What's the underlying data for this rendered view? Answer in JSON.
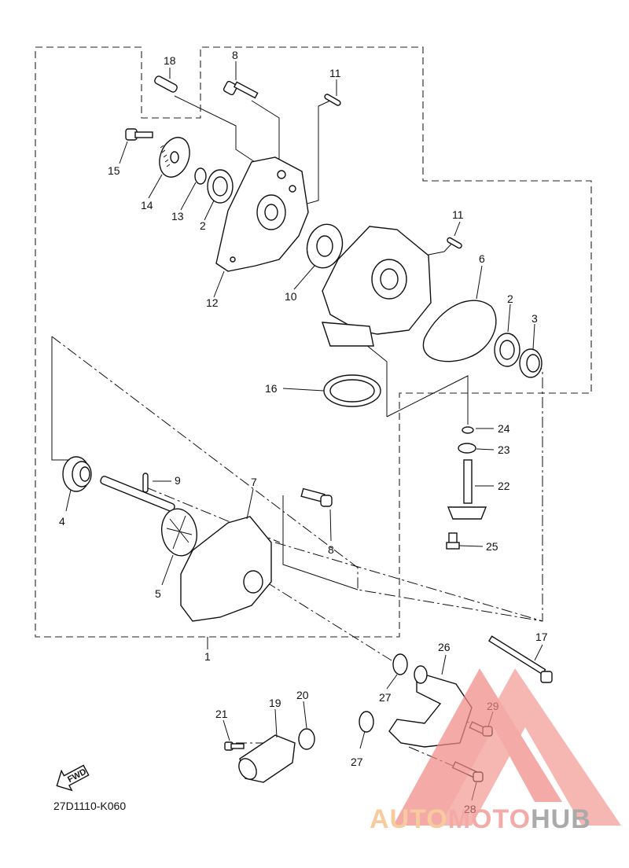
{
  "diagram": {
    "diagram_code": "27D1110-K060",
    "fwd_label": "FWD",
    "watermark": {
      "part1": "AUTO",
      "part2": "MOTO",
      "part3": "HUB",
      "color1": "#f5b87a",
      "color2": "#f08a84",
      "color3": "#8a8a8a"
    },
    "callouts": {
      "c1": "1",
      "c2a": "2",
      "c2b": "2",
      "c3": "3",
      "c4": "4",
      "c5": "5",
      "c6": "6",
      "c7": "7",
      "c8a": "8",
      "c8b": "8",
      "c9": "9",
      "c10": "10",
      "c11a": "11",
      "c11b": "11",
      "c12": "12",
      "c13": "13",
      "c14": "14",
      "c15": "15",
      "c16": "16",
      "c17": "17",
      "c18": "18",
      "c19": "19",
      "c20": "20",
      "c21": "21",
      "c22": "22",
      "c23": "23",
      "c24": "24",
      "c25": "25",
      "c26": "26",
      "c27a": "27",
      "c27b": "27",
      "c28": "28",
      "c29": "29"
    }
  }
}
